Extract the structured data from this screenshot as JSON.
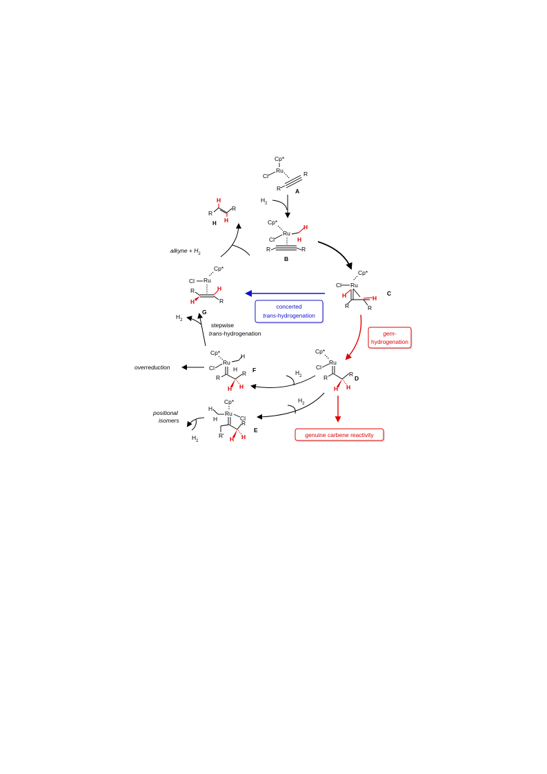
{
  "species": {
    "A": {
      "label": "A",
      "cp": "Cp*",
      "ru": "Ru",
      "cl": "Cl",
      "r1": "R",
      "r2": "R"
    },
    "B": {
      "label": "B",
      "cp": "Cp*",
      "ru": "Ru",
      "cl": "Cl",
      "h1": "H",
      "h2": "H",
      "r1": "R",
      "r2": "R"
    },
    "C": {
      "label": "C",
      "cp": "Cp*",
      "ru": "Ru",
      "cl": "Cl",
      "h1": "H",
      "h2": "H",
      "r1": "R",
      "r2": "R"
    },
    "D": {
      "label": "D",
      "cp": "Cp*",
      "ru": "Ru",
      "cl": "Cl",
      "h1": "H",
      "h2": "H",
      "r1": "R",
      "r2": "R"
    },
    "E": {
      "label": "E",
      "cp": "Cp*",
      "ru": "Ru",
      "cl": "Cl",
      "h1": "H",
      "h2": "H",
      "h3": "H",
      "h4": "H",
      "r1": "R",
      "r2": "R'"
    },
    "F": {
      "label": "F",
      "cp": "Cp*",
      "ru": "Ru",
      "cl": "Cl",
      "h1": "H",
      "h2": "H",
      "h3": "H",
      "h4": "H",
      "r1": "R",
      "r2": "R"
    },
    "G": {
      "label": "G",
      "cp": "Cp*",
      "ru": "Ru",
      "cl": "Cl",
      "h1": "H",
      "h2": "H",
      "r1": "R",
      "r2": "R"
    },
    "product": {
      "h1": "H",
      "h2": "H",
      "r1": "R",
      "r2": "R"
    }
  },
  "labels": {
    "h2_to_B": "H",
    "alkyne_h2": "alkyne + H",
    "concerted_line1": "concerted",
    "concerted_line2_italic": "trans",
    "concerted_line2_rest": "-hydrogenation",
    "gem_line1": "gem-",
    "gem_line2": "hydrogenation",
    "stepwise_line1": "stepwise",
    "stepwise_line2_italic": "trans",
    "stepwise_line2_rest": "-hydrogenation",
    "h2_release_G": "H",
    "overreduction": "overreduction",
    "h2_F": "H",
    "h2_E": "H",
    "positional_line1": "positional",
    "positional_line2": "isomers",
    "h2_isomers": "H",
    "sub2": "2",
    "genuine_carbene": "genuine carbene reactivity"
  },
  "colors": {
    "red": "#e00000",
    "blue": "#1010d0",
    "black": "#000000"
  }
}
